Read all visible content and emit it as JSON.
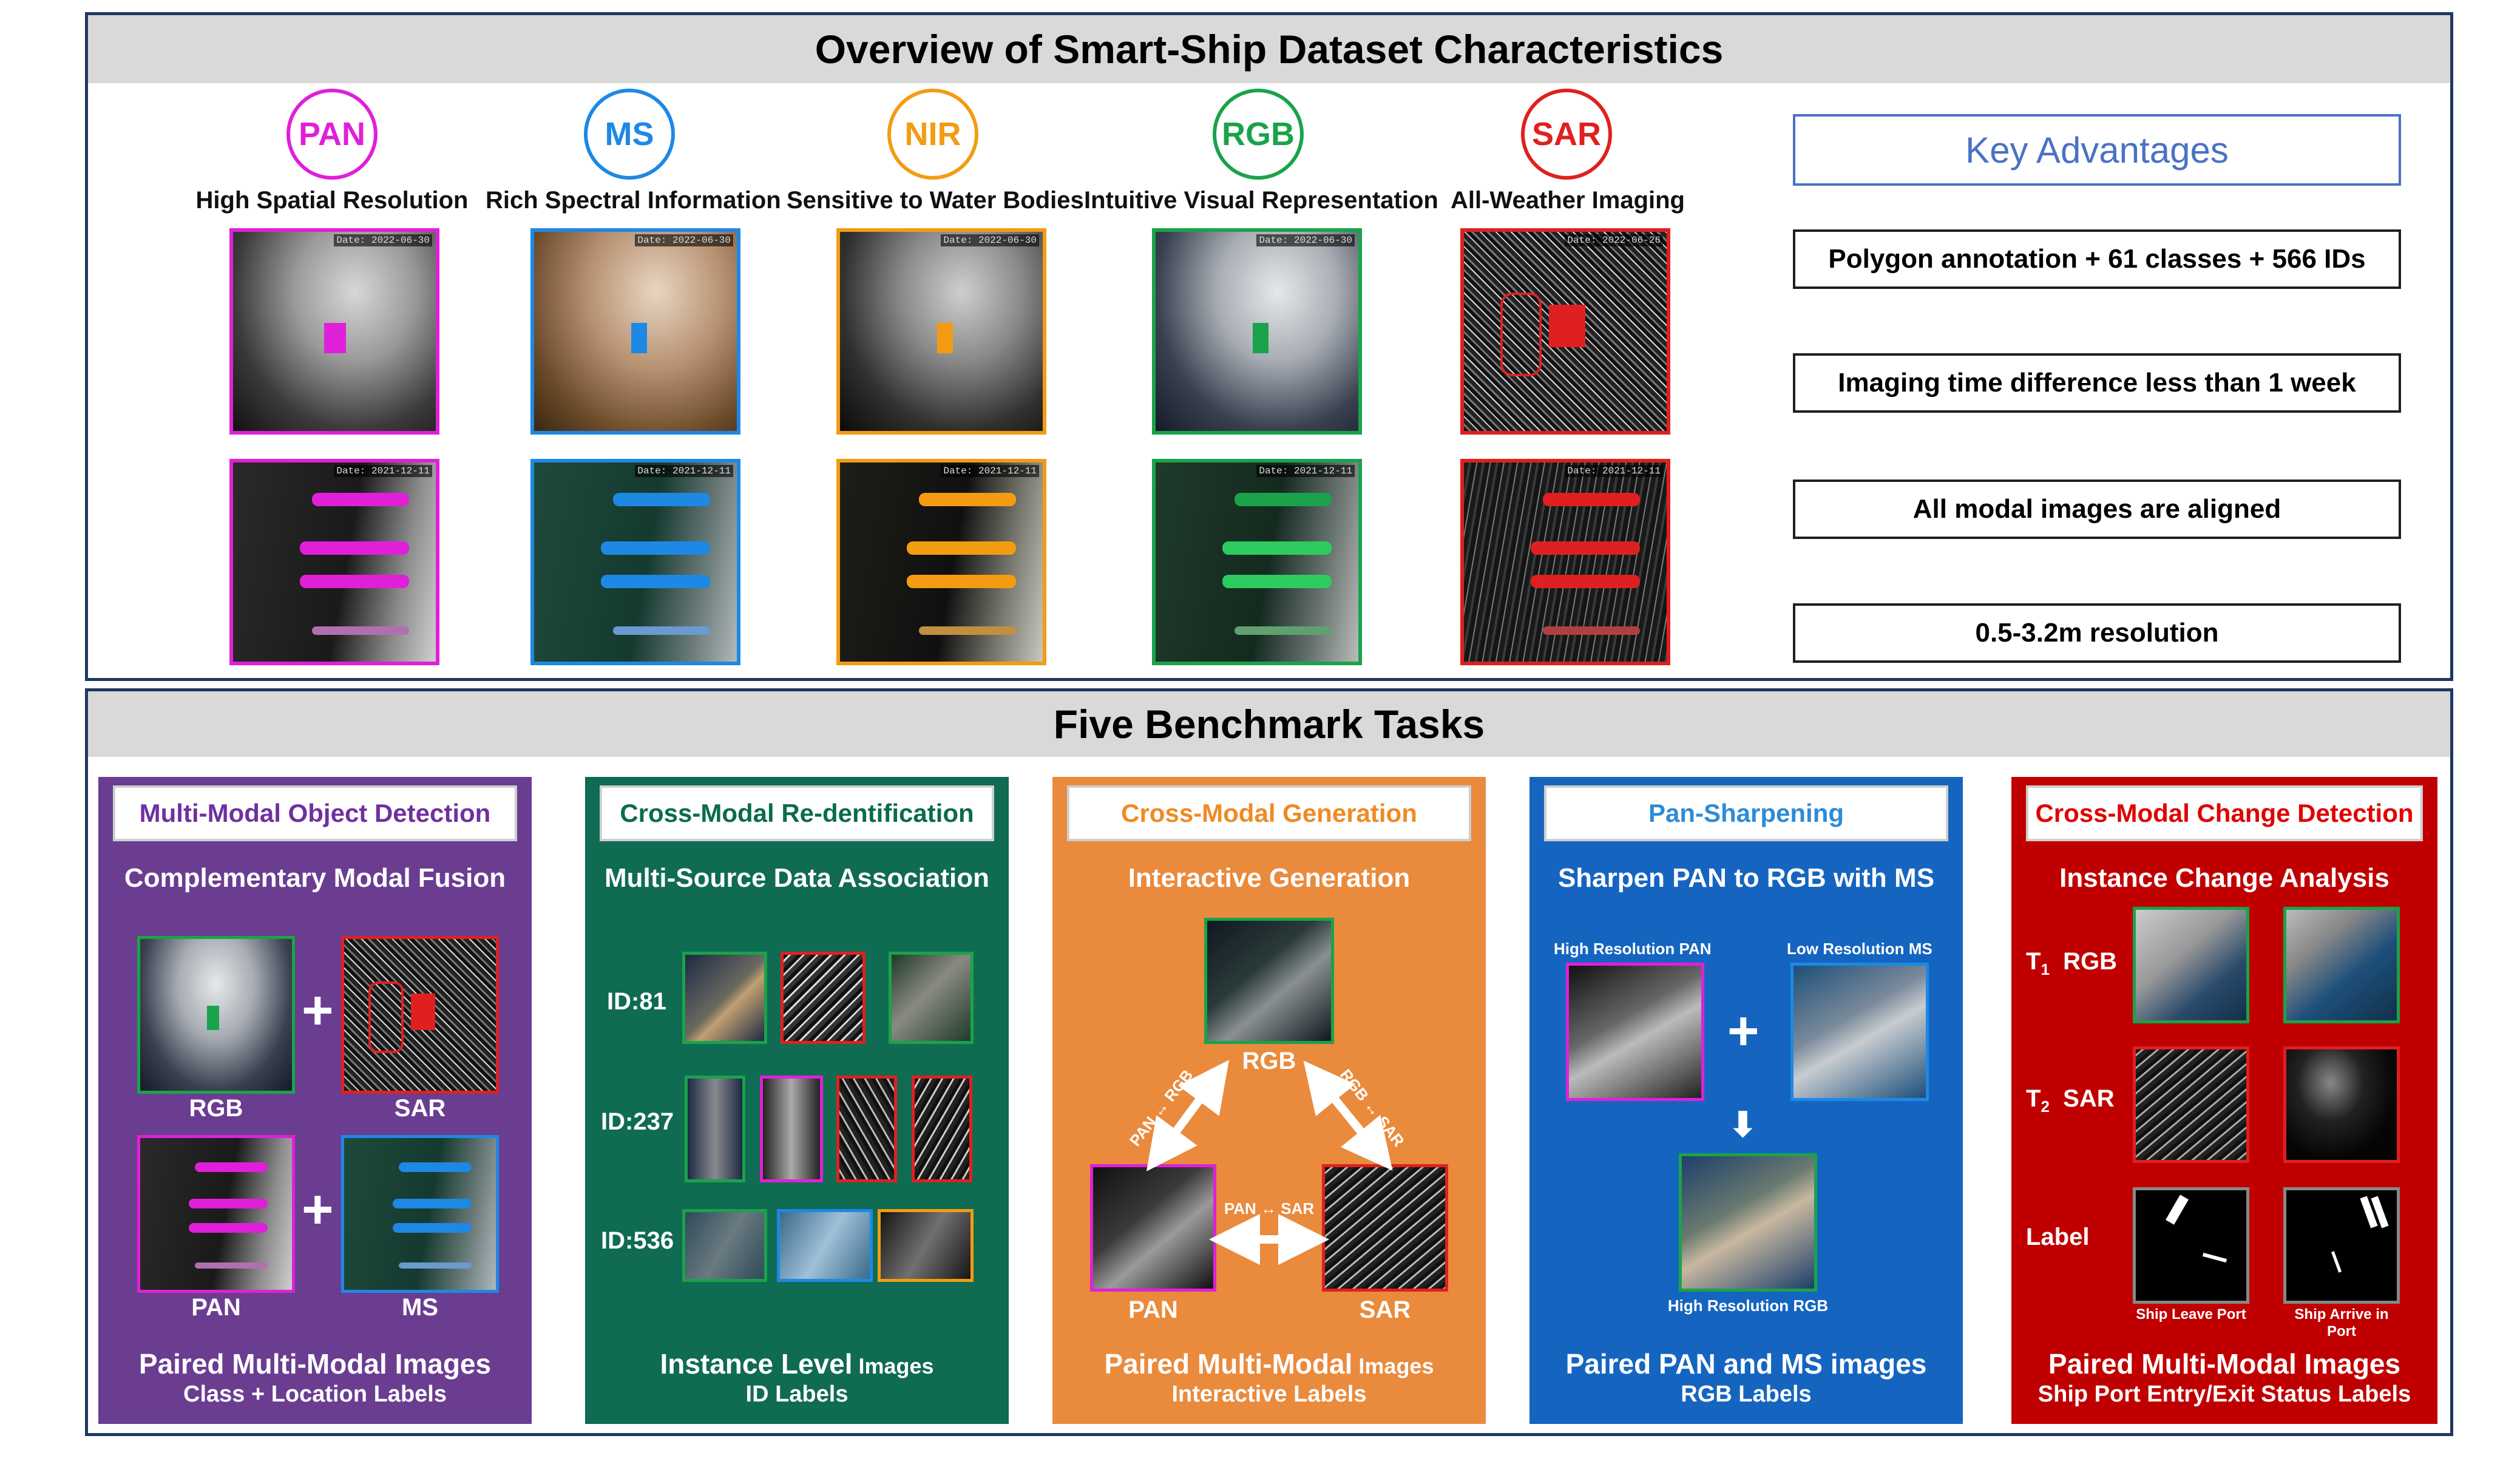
{
  "overview": {
    "title": "Overview of Smart-Ship Dataset Characteristics",
    "modalities": [
      {
        "abbr": "PAN",
        "caption": "High Spatial Resolution",
        "color": "#e020d8"
      },
      {
        "abbr": "MS",
        "caption": "Rich Spectral Information",
        "color": "#1e88e5"
      },
      {
        "abbr": "NIR",
        "caption": "Sensitive to Water Bodies",
        "color": "#f39c12"
      },
      {
        "abbr": "RGB",
        "caption": "Intuitive Visual Representation",
        "color": "#1aa34a"
      },
      {
        "abbr": "SAR",
        "caption": "All-Weather Imaging",
        "color": "#e02020"
      }
    ],
    "date_top": "Date: 2022-06-30",
    "date_sar_top": "Date: 2022-06-26",
    "date_bottom": "Date: 2021-12-11",
    "advantages_title": "Key Advantages",
    "advantages": [
      "Polygon annotation + 61 classes + 566 IDs",
      "Imaging time difference less than 1 week",
      "All modal images are aligned",
      "0.5-3.2m resolution"
    ]
  },
  "benchmark": {
    "title": "Five Benchmark Tasks",
    "tasks": [
      {
        "title": "Multi-Modal  Object Detection",
        "title_color": "#7030a0",
        "bg": "#6a3d91",
        "subtitle": "Complementary Modal Fusion",
        "labels": [
          "RGB",
          "SAR",
          "PAN",
          "MS"
        ],
        "foot1": "Paired Multi-Modal Images",
        "foot2": "Class + Location Labels"
      },
      {
        "title": "Cross-Modal Re-dentification",
        "title_color": "#0b6b4d",
        "bg": "#0f6b52",
        "subtitle": "Multi-Source Data Association",
        "ids": [
          "ID:81",
          "ID:237",
          "ID:536"
        ],
        "foot1_main": "Instance Level",
        "foot1_small": " Images",
        "foot2": "ID Labels"
      },
      {
        "title": "Cross-Modal Generation",
        "title_color": "#f08a24",
        "bg": "#ea8a3c",
        "subtitle": "Interactive Generation",
        "labels": [
          "RGB",
          "PAN",
          "SAR"
        ],
        "arrows": [
          "PAN ↔ RGB",
          "RGB ↔ SAR",
          "PAN ↔ SAR"
        ],
        "foot1_main": "Paired Multi-Modal",
        "foot1_small": " Images",
        "foot2": "Interactive Labels"
      },
      {
        "title": "Pan-Sharpening",
        "title_color": "#2e8bd6",
        "bg": "#1565c0",
        "subtitle": "Sharpen PAN to RGB with MS",
        "labels": [
          "High Resolution PAN",
          "Low Resolution MS",
          "High Resolution RGB"
        ],
        "foot1": "Paired PAN and MS images",
        "foot2": "RGB Labels"
      },
      {
        "title": "Cross-Modal Change Detection",
        "title_color": "#e00000",
        "bg": "#c00000",
        "subtitle": "Instance Change Analysis",
        "rows": [
          "RGB",
          "SAR",
          "Label"
        ],
        "row_prefix": [
          "T",
          "T",
          ""
        ],
        "row_sub": [
          "1",
          "2",
          ""
        ],
        "captions": [
          "Ship Leave Port",
          "Ship Arrive in Port"
        ],
        "foot1": "Paired Multi-Modal Images",
        "foot2": "Ship Port Entry/Exit Status Labels"
      }
    ]
  }
}
